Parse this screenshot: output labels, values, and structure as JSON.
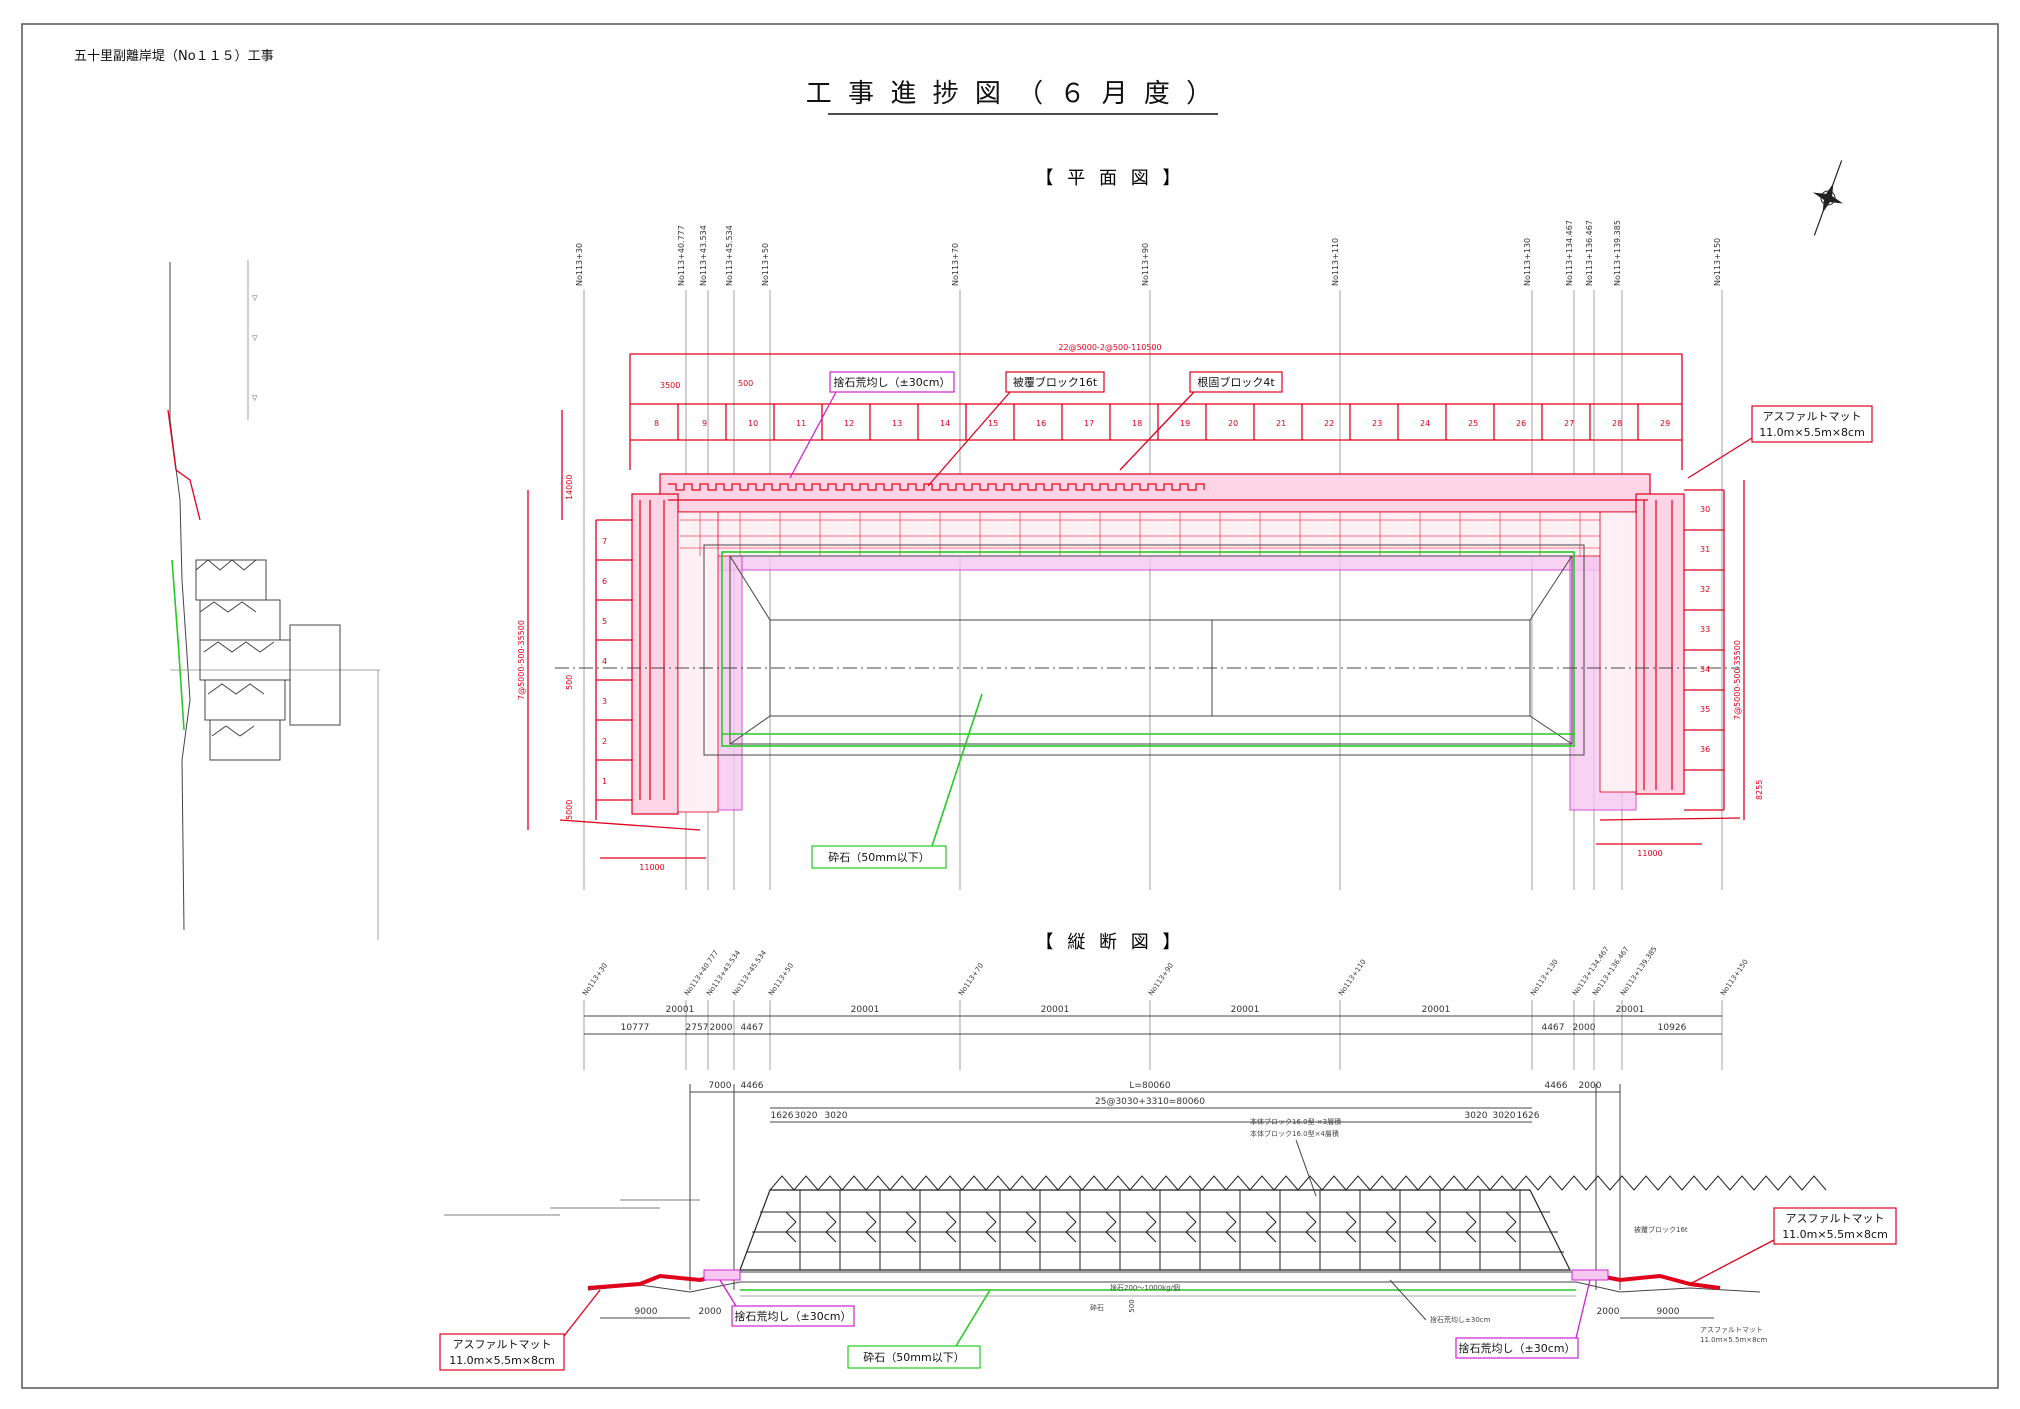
{
  "project_title": "五十里副離岸堤（No１１５）工事",
  "drawing_title": "工 事 進 捗 図 （ ６ 月 度 ）",
  "plan_view": {
    "heading": "【 平 面 図 】",
    "stations": [
      "No113+30",
      "No113+40.777",
      "No113+43.534",
      "No113+45.534",
      "No113+50",
      "No113+70",
      "No113+90",
      "No113+110",
      "No113+130",
      "No113+134.467",
      "No113+136.467",
      "No113+139.385",
      "No113+150"
    ],
    "top_dim": "22@5000-2@500-110500",
    "dims": {
      "left_bottom": "11000",
      "right_bottom": "11000",
      "d3500": "3500",
      "d500": "500",
      "d14000": "14000",
      "d8255": "8255",
      "right_side": "7@5000-500-35500",
      "left_side": "7@5000-500-35500",
      "d5000": "5000",
      "d500b": "500"
    },
    "block_numbers_top": [
      "8",
      "9",
      "10",
      "11",
      "12",
      "13",
      "14",
      "15",
      "16",
      "17",
      "18",
      "19",
      "20",
      "21",
      "22",
      "23",
      "24",
      "25",
      "26",
      "27",
      "28",
      "29"
    ],
    "block_numbers_left": [
      "7",
      "6",
      "5",
      "4",
      "3",
      "2",
      "1"
    ],
    "block_numbers_right": [
      "30",
      "31",
      "32",
      "33",
      "34",
      "35",
      "36"
    ],
    "labels": {
      "rubble": "捨石荒均し（±30cm）",
      "cover_block": "被覆ブロック16t",
      "root_block": "根固ブロック4t",
      "asphalt_title": "アスファルトマット",
      "asphalt_size": "11.0m×5.5m×8cm",
      "gravel": "砕石（50mm以下）"
    }
  },
  "profile_view": {
    "heading": "【 縦 断 図 】",
    "stations": [
      "No113+30",
      "No113+40.777",
      "No113+43.534",
      "No113+45.534",
      "No113+50",
      "No113+70",
      "No113+90",
      "No113+110",
      "No113+130",
      "No113+134.467",
      "No113+136.467",
      "No113+139.385",
      "No113+150"
    ],
    "dim_row1": [
      "20001",
      "20001",
      "20001",
      "20001",
      "20001",
      "20001"
    ],
    "dim_row2": [
      "10777",
      "2757",
      "2000",
      "4467",
      "4467",
      "2000",
      "10926"
    ],
    "dim_row3": [
      "7000",
      "4466",
      "L=80060",
      "4466",
      "2000"
    ],
    "dim_row4": "25@3030+3310=80060",
    "dim_row5": [
      "1626",
      "3020",
      "3020",
      "3020",
      "3020",
      "1626"
    ],
    "labels": {
      "cover_block_note1": "本体ブロック16.0型 ×3層積",
      "cover_block_note2": "本体ブロック16.0型×4層積",
      "rubble_weight": "捨石200～1000kg/個",
      "gravel_small": "砕石",
      "rubble_flat_small": "捨石荒均し±30cm",
      "cover_small": "被覆ブロック16t",
      "asphalt_small": "アスファルトマット",
      "asphalt_small_size": "11.0m×5.5m×8cm",
      "left_asphalt_title": "アスファルトマット",
      "left_asphalt_size": "11.0m×5.5m×8cm",
      "right_asphalt_title": "アスファルトマット",
      "right_asphalt_size": "11.0m×5.5m×8cm",
      "left_rubble": "捨石荒均し（±30cm）",
      "right_rubble": "捨石荒均し（±30cm）",
      "gravel": "砕石（50mm以下）",
      "dim_9000_left": "9000",
      "dim_9000_right": "9000",
      "dim_2000_left": "2000",
      "dim_2000_right": "2000",
      "dim_500": "500"
    }
  },
  "colors": {
    "red": "#e0001b",
    "green": "#22cc22",
    "magenta": "#d020d0",
    "pink": "#ffd4e4"
  }
}
